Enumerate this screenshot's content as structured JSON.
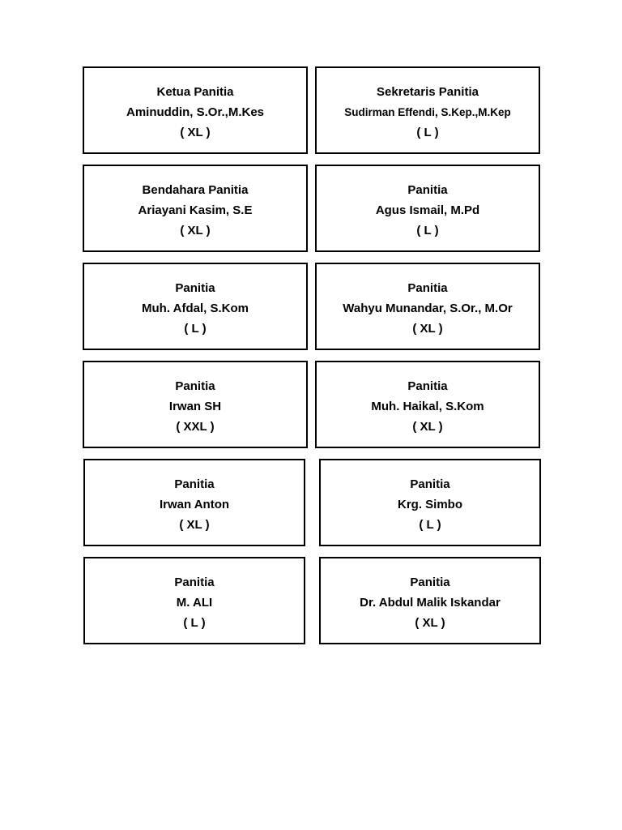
{
  "page": {
    "background_color": "#ffffff",
    "text_color": "#000000",
    "border_color": "#000000"
  },
  "cards": [
    {
      "role": "Ketua Panitia",
      "name": "Aminuddin, S.Or.,M.Kes",
      "size": "( XL )",
      "name_small": false
    },
    {
      "role": "Sekretaris Panitia",
      "name": "Sudirman Effendi, S.Kep.,M.Kep",
      "size": "( L )",
      "name_small": true
    },
    {
      "role": "Bendahara Panitia",
      "name": "Ariayani Kasim, S.E",
      "size": "( XL )",
      "name_small": false
    },
    {
      "role": "Panitia",
      "name": "Agus Ismail, M.Pd",
      "size": "( L )",
      "name_small": false
    },
    {
      "role": "Panitia",
      "name": "Muh. Afdal, S.Kom",
      "size": "( L )",
      "name_small": false
    },
    {
      "role": "Panitia",
      "name": "Wahyu Munandar, S.Or., M.Or",
      "size": "( XL )",
      "name_small": false
    },
    {
      "role": "Panitia",
      "name": "Irwan SH",
      "size": "( XXL )",
      "name_small": false
    },
    {
      "role": "Panitia",
      "name": "Muh. Haikal, S.Kom",
      "size": "( XL )",
      "name_small": false
    },
    {
      "role": "Panitia",
      "name": "Irwan Anton",
      "size": "( XL )",
      "name_small": false
    },
    {
      "role": "Panitia",
      "name": "Krg. Simbo",
      "size": "( L )",
      "name_small": false
    },
    {
      "role": "Panitia",
      "name": "M. ALI",
      "size": "( L )",
      "name_small": false
    },
    {
      "role": "Panitia",
      "name": "Dr. Abdul Malik Iskandar",
      "size": "( XL )",
      "name_small": false
    }
  ]
}
